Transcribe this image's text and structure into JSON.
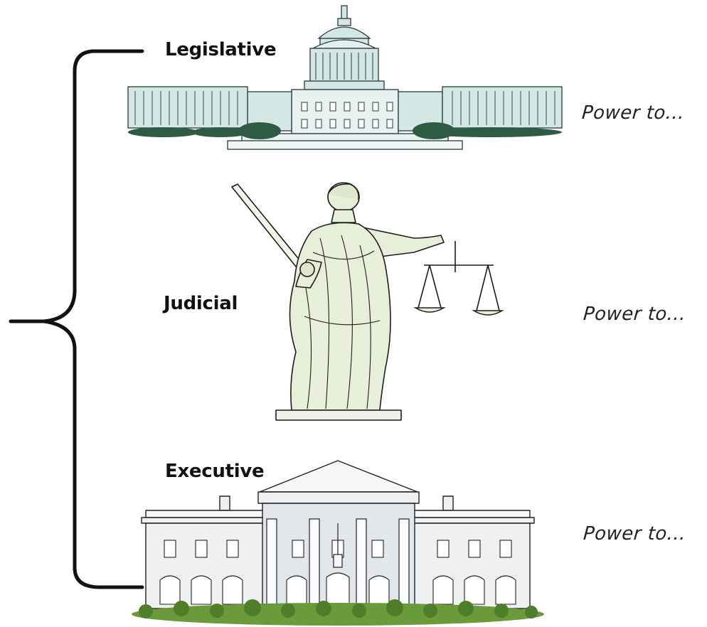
{
  "branches": [
    {
      "label": "Legislative",
      "power": "Power to..."
    },
    {
      "label": "Judicial",
      "power": "Power to..."
    },
    {
      "label": "Executive",
      "power": "Power to..."
    }
  ],
  "colors": {
    "ink": "#1a1a1a",
    "capitol_tint": "#d3e7e4",
    "statue_tint": "#e8efd9",
    "whitehouse_tint": "#eef0f2",
    "hedge": "#6a9a3a"
  }
}
